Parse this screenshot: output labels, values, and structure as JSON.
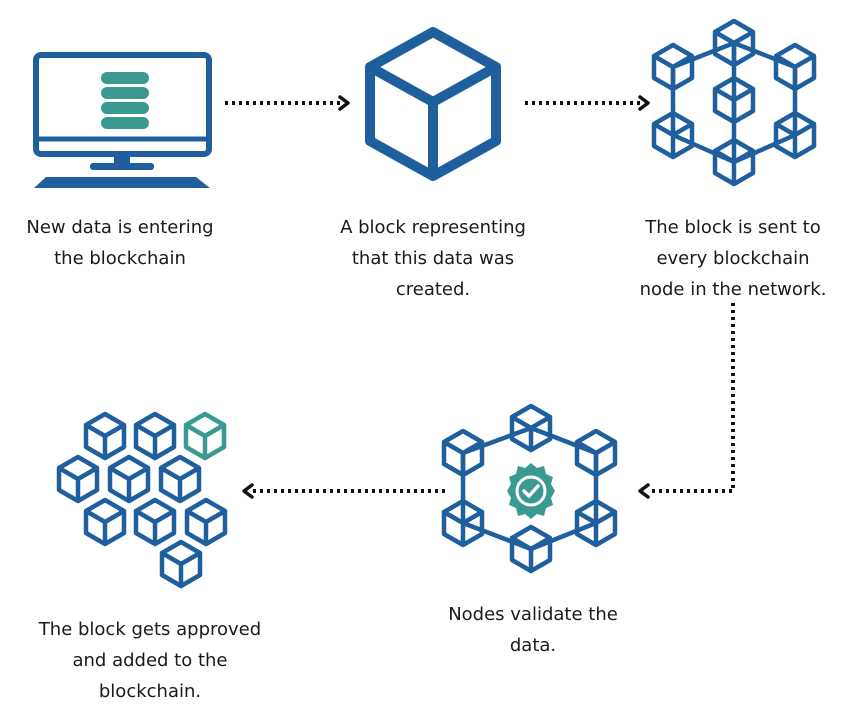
{
  "colors": {
    "blue": "#1f5f9e",
    "teal": "#3a9a90",
    "arrow": "#111111",
    "text": "#1a1a1a"
  },
  "steps": [
    {
      "icon": "monitor-database-icon",
      "caption": [
        "New data is entering",
        "the blockchain"
      ]
    },
    {
      "icon": "cube-block-icon",
      "caption": [
        "A block representing",
        "that this data was",
        "created."
      ]
    },
    {
      "icon": "blockchain-network-icon",
      "caption": [
        "The block is sent to",
        "every blockchain",
        "node in the network."
      ]
    },
    {
      "icon": "validation-network-icon",
      "caption": [
        "Nodes validate the",
        "data."
      ]
    },
    {
      "icon": "block-cluster-icon",
      "caption": [
        "The block gets approved",
        "and added to the",
        "blockchain."
      ]
    }
  ]
}
